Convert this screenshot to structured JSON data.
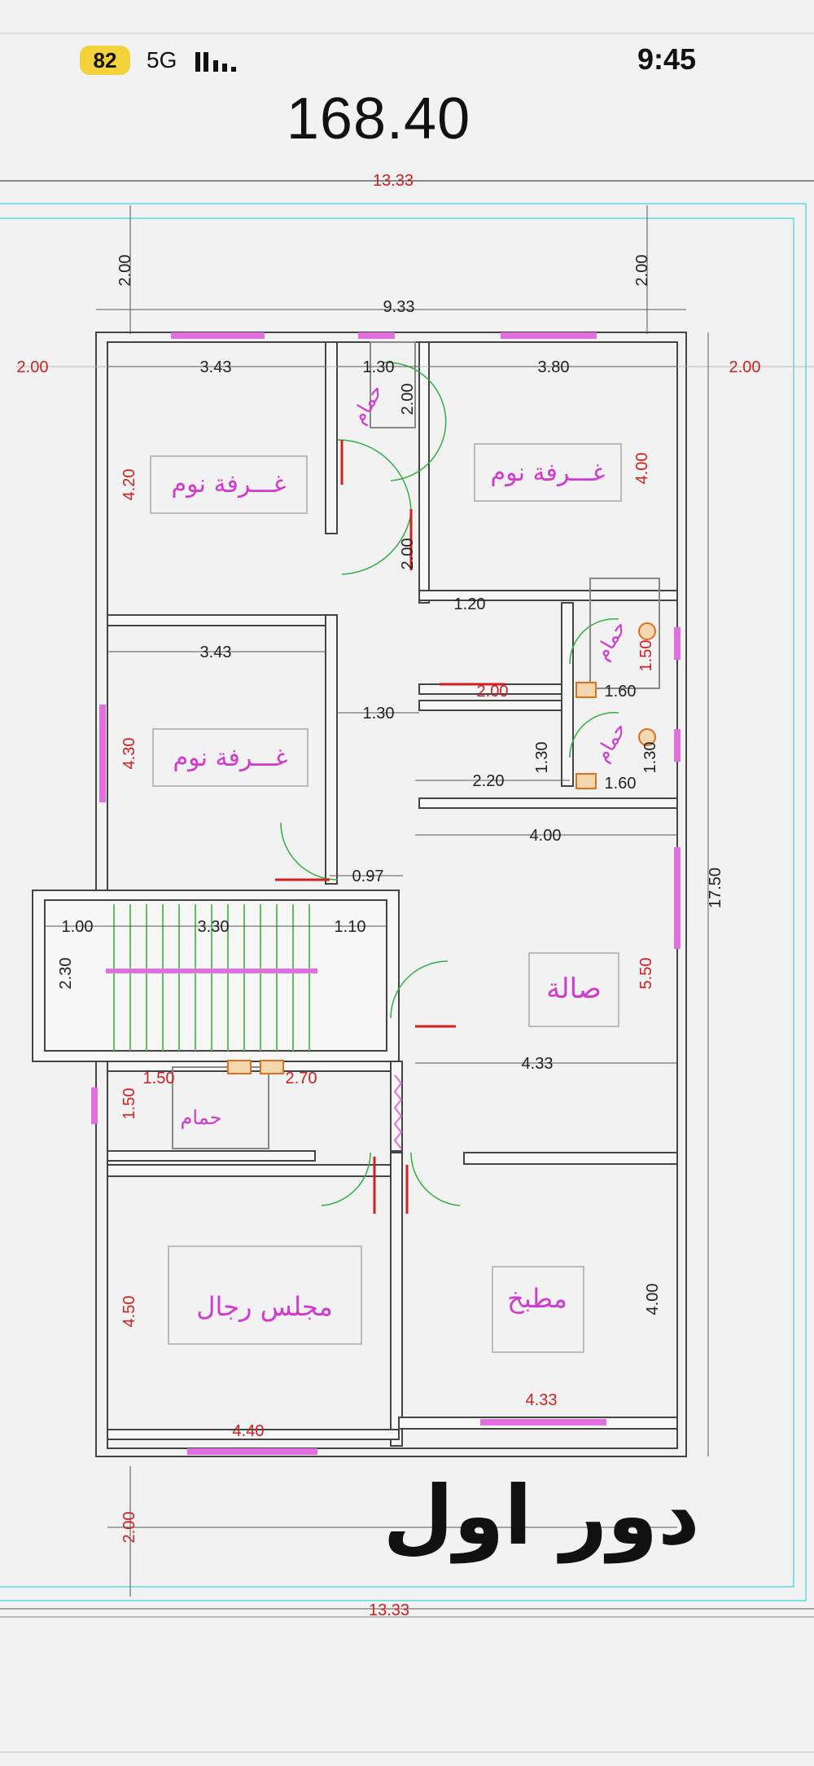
{
  "status_bar": {
    "battery": "82",
    "network": "5G",
    "time": "9:45"
  },
  "header": {
    "area": "168.40"
  },
  "plan": {
    "floor_label": "دور اول",
    "overall": {
      "width_top": "13.33",
      "width_bottom": "13.33",
      "inner_width": "9.33",
      "height": "17.50",
      "setback_top_left": "2.00",
      "setback_top_right": "2.00",
      "setback_left": "2.00",
      "setback_right": "2.00",
      "setback_bottom": "2.00"
    },
    "rooms": {
      "bedroom_1": "غـــرفة نوم",
      "bedroom_2": "غـــرفة نوم",
      "bedroom_3": "غـــرفة نوم",
      "bath_top": "حمام",
      "bath_right_1": "حمام",
      "bath_right_2": "حمام",
      "bath_lower": "حمام",
      "hall": "صالة",
      "majlis": "مجلس رجال",
      "kitchen": "مطبخ"
    },
    "dims": {
      "d_3_43_top": "3.43",
      "d_1_30_top": "1.30",
      "d_3_80": "3.80",
      "d_4_20": "4.20",
      "d_2_00_bath": "2.00",
      "d_4_00_right": "4.00",
      "d_2_00_corr": "2.00",
      "d_1_20": "1.20",
      "d_1_50_r": "1.50",
      "d_1_60": "1.60",
      "d_2_00_mid": "2.00",
      "d_3_43_mid": "3.43",
      "d_4_30": "4.30",
      "d_1_30_corr": "1.30",
      "d_1_30_b": "1.30",
      "d_1_30_c": "1.30",
      "d_1_60_b": "1.60",
      "d_2_20": "2.20",
      "d_4_00_hall": "4.00",
      "d_0_97": "0.97",
      "d_1_00": "1.00",
      "d_3_30": "3.30",
      "d_1_10": "1.10",
      "d_2_30": "2.30",
      "d_5_50": "5.50",
      "d_4_33_mid": "4.33",
      "d_1_50_a": "1.50",
      "d_2_70": "2.70",
      "d_1_50_v": "1.50",
      "d_4_50": "4.50",
      "d_4_00_kitchen": "4.00",
      "d_4_33_bottom": "4.33",
      "d_4_40": "4.40"
    }
  },
  "colors": {
    "wall": "#444444",
    "window": "#e070e0",
    "door": "#30b040",
    "red_dim": "#d02020",
    "setback": "#7fe0e8",
    "label": "#d03ad0"
  }
}
